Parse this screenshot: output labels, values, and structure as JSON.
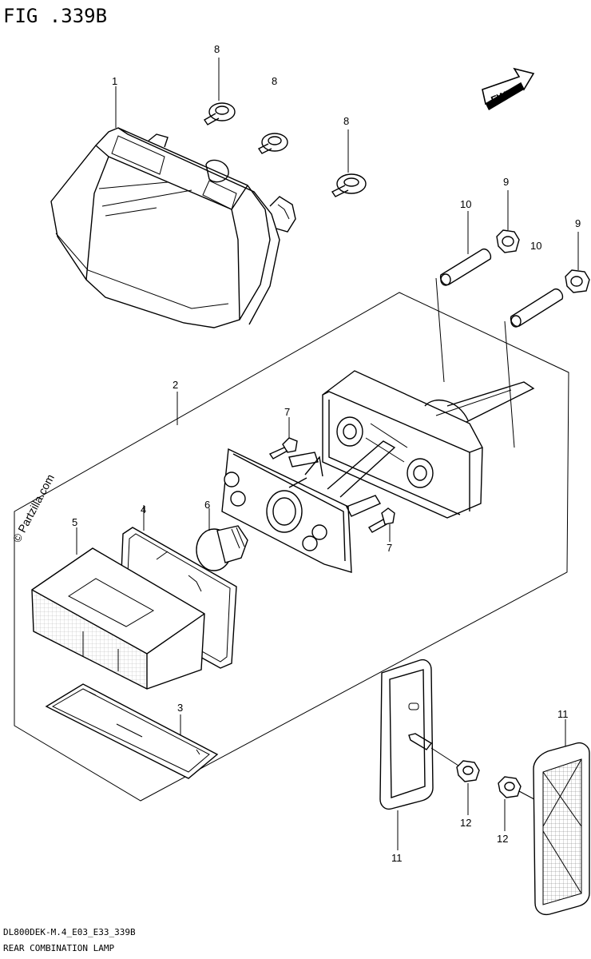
{
  "figure": {
    "title": "FIG .339B",
    "code": "DL800DEK-M.4_E03_E33_339B",
    "caption": "REAR COMBINATION LAMP",
    "watermark": "© Partzilla.com",
    "fwd_label": "FWD"
  },
  "callouts": [
    {
      "id": "c-1",
      "text": "1"
    },
    {
      "id": "c-8a",
      "text": "8"
    },
    {
      "id": "c-8b",
      "text": "8"
    },
    {
      "id": "c-8c",
      "text": "8"
    },
    {
      "id": "c-9a",
      "text": "9"
    },
    {
      "id": "c-9b",
      "text": "9"
    },
    {
      "id": "c-10a",
      "text": "10"
    },
    {
      "id": "c-10b",
      "text": "10"
    },
    {
      "id": "c-2",
      "text": "2"
    },
    {
      "id": "c-7a",
      "text": "7"
    },
    {
      "id": "c-7b",
      "text": "7"
    },
    {
      "id": "c-4",
      "text": "4"
    },
    {
      "id": "c-5",
      "text": "5"
    },
    {
      "id": "c-6",
      "text": "6"
    },
    {
      "id": "c-3",
      "text": "3"
    },
    {
      "id": "c-11a",
      "text": "11"
    },
    {
      "id": "c-11b",
      "text": "11"
    },
    {
      "id": "c-12a",
      "text": "12"
    },
    {
      "id": "c-12b",
      "text": "12"
    }
  ]
}
